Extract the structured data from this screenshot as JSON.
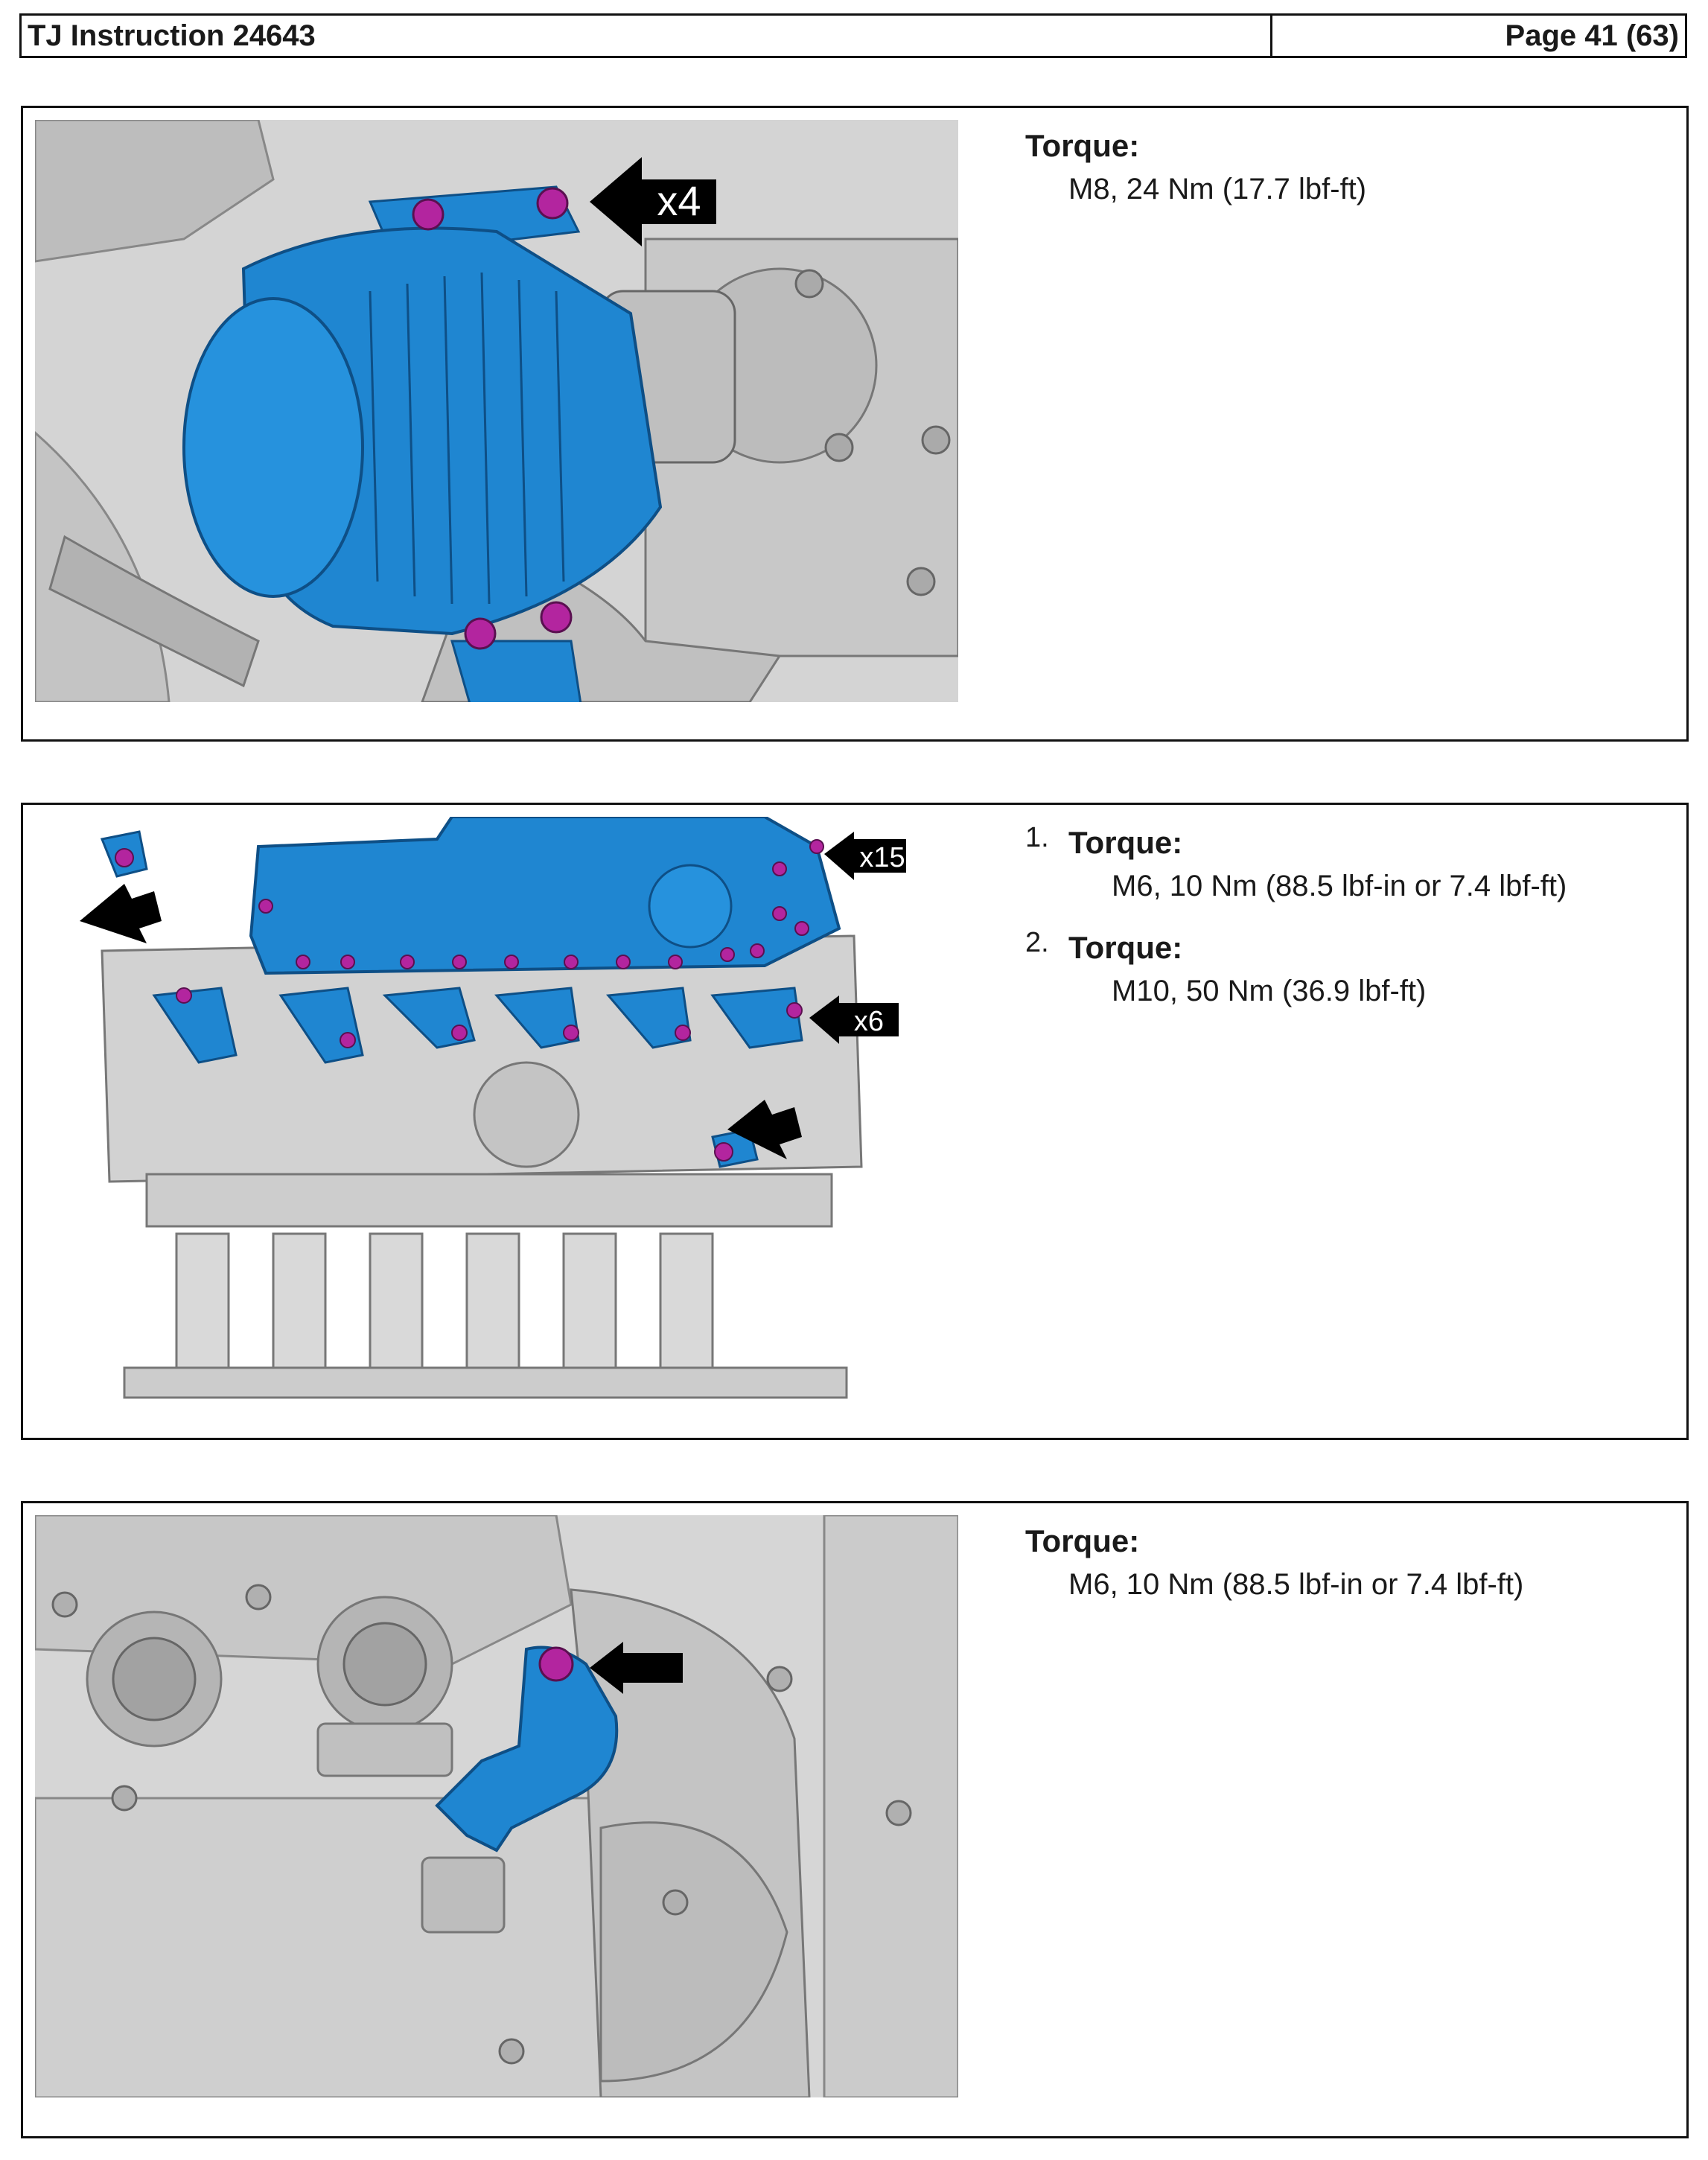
{
  "header": {
    "doc_title": "TJ Instruction 24643",
    "page": "Page 41 (63)"
  },
  "panels": [
    {
      "callouts": [
        "x4"
      ],
      "torque_label": "Torque:",
      "torque_value": "M8, 24 Nm (17.7 lbf-ft)"
    },
    {
      "callouts": [
        "x15",
        "x6"
      ],
      "steps": [
        {
          "number": "1.",
          "torque_label": "Torque:",
          "torque_value": "M6, 10 Nm (88.5 lbf-in or 7.4 lbf-ft)"
        },
        {
          "number": "2.",
          "torque_label": "Torque:",
          "torque_value": "M10, 50 Nm (36.9 lbf-ft)"
        }
      ]
    },
    {
      "torque_label": "Torque:",
      "torque_value": "M6, 10 Nm (88.5 lbf-in or 7.4 lbf-ft)"
    }
  ],
  "colors": {
    "part_highlight": "#1f86d1",
    "bolt_highlight": "#b3259f",
    "engine_gray": "#c9c9c9",
    "callout_black": "#000000"
  }
}
